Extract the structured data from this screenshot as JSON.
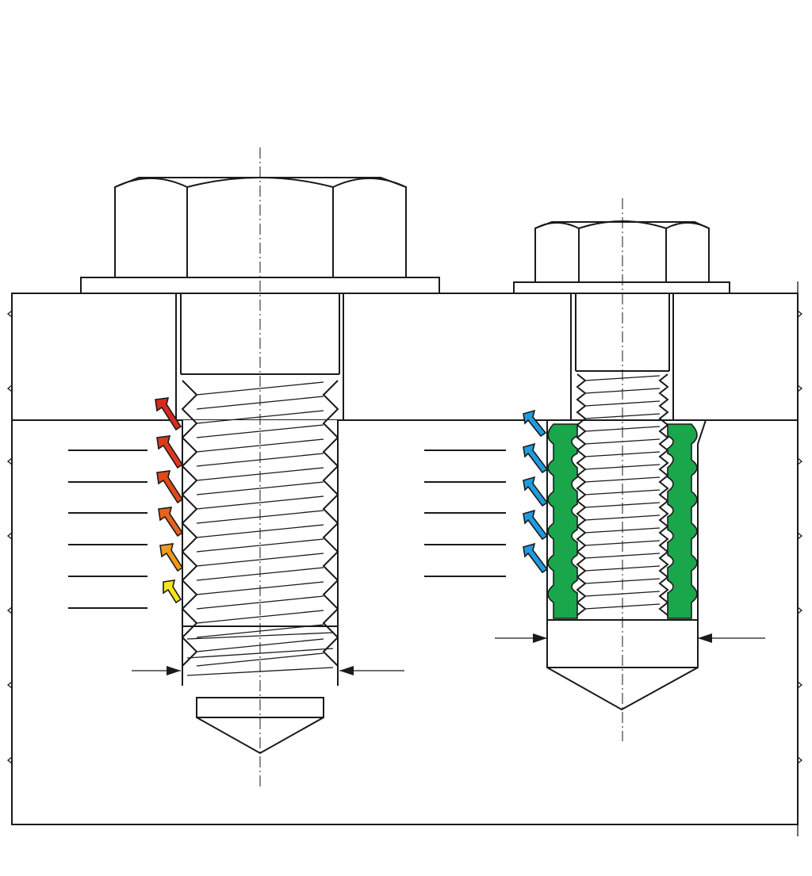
{
  "colors": {
    "background": "#ffffff",
    "base_material": "#d4d4d4",
    "plate_material": "#a6a6a6",
    "line": "#1a1a1a",
    "insert": "#1aa64a",
    "arrow_ramp": [
      "#d72a1e",
      "#dd3a1c",
      "#e3481c",
      "#e9621c",
      "#f09a1c",
      "#f5e61c"
    ],
    "arrow_blue": "#1f9ce0"
  },
  "left_assembly": {
    "type": "threaded-bolt-in-tapped-hole",
    "stress_arrow_count": 6,
    "leader_line_count": 6
  },
  "right_assembly": {
    "type": "bolt-in-wire-thread-insert",
    "insert_coil_count": 6,
    "stress_arrow_count": 5,
    "leader_line_count": 5
  }
}
